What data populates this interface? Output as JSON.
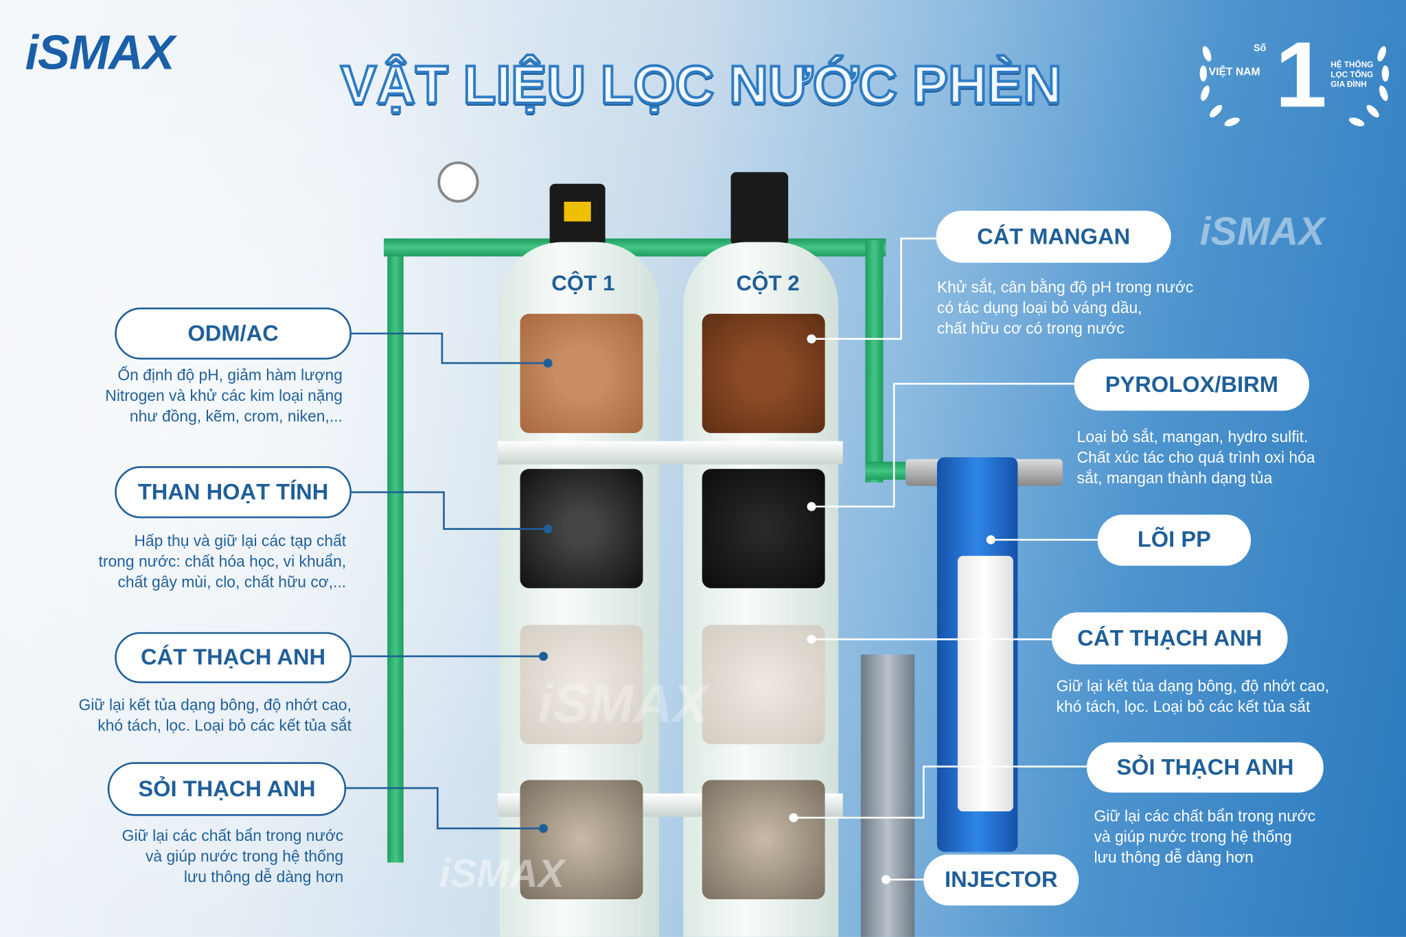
{
  "brand": {
    "logo": "iSMAX",
    "watermark": "iSMAX"
  },
  "title": "VẬT LIỆU LỌC NƯỚC PHÈN",
  "award": {
    "so": "Số",
    "number": "1",
    "country": "VIỆT NAM",
    "text": "HỆ THỐNG LỌC TỔNG GIA ĐÌNH"
  },
  "columns": {
    "col1": "CỘT 1",
    "col2": "CỘT 2"
  },
  "left_items": [
    {
      "label": "ODM/AC",
      "desc": [
        "Ổn định độ pH, giảm hàm lượng",
        "Nitrogen và  khử các kim loại nặng",
        "như đồng, kẽm, crom, niken,..."
      ]
    },
    {
      "label": "THAN HOẠT TÍNH",
      "desc": [
        "Hấp thụ và giữ lại các tạp chất",
        "trong nước: chất hóa học, vi khuẩn,",
        "chất gây mùi, clo, chất hữu cơ,..."
      ]
    },
    {
      "label": "CÁT THẠCH ANH",
      "desc": [
        "Giữ lại kết tủa dạng bông, độ nhớt cao,",
        "khó tách, lọc. Loại bỏ các kết tủa sắt"
      ]
    },
    {
      "label": "SỎI THẠCH ANH",
      "desc": [
        "Giữ lại các chất bẩn trong nước",
        "và giúp nước trong hệ thống",
        "lưu thông dễ dàng hơn"
      ]
    }
  ],
  "right_items": [
    {
      "label": "CÁT MANGAN",
      "desc": [
        "Khử sắt, cân bằng độ pH trong nước",
        "có tác dụng loại bỏ váng dầu,",
        "chất hữu cơ có trong nước"
      ]
    },
    {
      "label": "PYROLOX/BIRM",
      "desc": [
        "Loại bỏ sắt, mangan, hydro sulfit.",
        "Chất xúc tác cho quá trình oxi hóa",
        "sắt, mangan thành dạng tủa"
      ]
    },
    {
      "label": "LÕI PP"
    },
    {
      "label": "CÁT THẠCH ANH",
      "desc": [
        "Giữ lại kết tủa dạng bông, độ nhớt cao,",
        "khó tách, lọc. Loại bỏ các kết tủa sắt"
      ]
    },
    {
      "label": "SỎI THẠCH ANH",
      "desc": [
        "Giữ lại các chất bẩn trong nước",
        "và giúp nước trong hệ thống",
        "lưu thông dễ dàng hơn"
      ]
    },
    {
      "label": "INJECTOR"
    }
  ],
  "colors": {
    "brand_blue": "#1f5f99",
    "pipe_green": "#2fb574",
    "housing_blue": "#1f6fd0"
  }
}
